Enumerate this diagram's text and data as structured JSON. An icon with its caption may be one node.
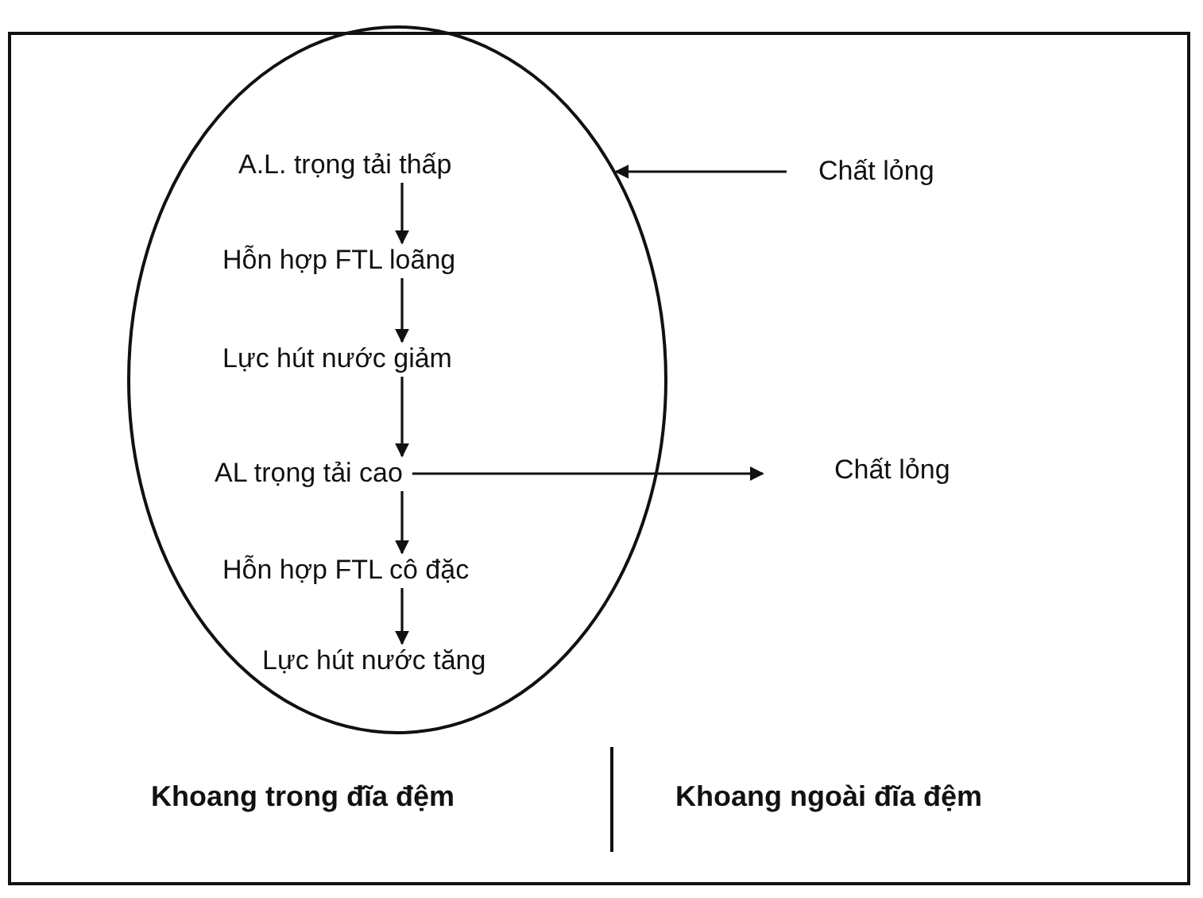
{
  "diagram": {
    "nodes": [
      {
        "text": [],
        "shape": "circle"
      },
      {
        "text": [
          "A.L. trọng tải thấp"
        ],
        "in": 0
      },
      {
        "text": [
          "Hỗn hợp FTL loãng"
        ],
        "in": 0
      },
      {
        "text": [
          "Lực hút nước giảm"
        ],
        "in": 0
      },
      {
        "text": [
          "AL trọng tải cao"
        ],
        "in": 0
      },
      {
        "text": [
          "Hỗn hợp FTL cô đặc"
        ],
        "in": 0
      },
      {
        "text": [
          "Lực hút nước tăng"
        ],
        "in": 0
      },
      {
        "text": [
          "Chất lỏng"
        ]
      },
      {
        "text": [
          "Chất lỏng"
        ]
      }
    ],
    "edges": [
      {
        "from": 1,
        "to": 2,
        "arrow": "to"
      },
      {
        "from": 2,
        "to": 3,
        "arrow": "to"
      },
      {
        "from": 3,
        "to": 4,
        "arrow": "to"
      },
      {
        "from": 4,
        "to": 5,
        "arrow": "to"
      },
      {
        "from": 5,
        "to": 6,
        "arrow": "to"
      },
      {
        "from": 7,
        "to": 0,
        "arrow": "to"
      },
      {
        "from": 4,
        "to": 8,
        "arrow": "to"
      }
    ],
    "labels": [
      "Khoang trong đĩa đệm",
      "Khoang ngoài đĩa đệm"
    ]
  }
}
